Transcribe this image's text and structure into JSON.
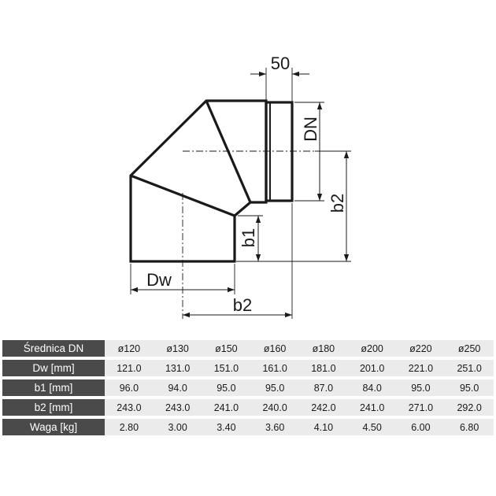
{
  "drawing": {
    "labels": {
      "socket_length": "50",
      "nominal_diameter": "DN",
      "height_b2": "b2",
      "height_b1": "b1",
      "outer_diameter": "Dw",
      "width_b2": "b2"
    },
    "line_color": "#1a1a1a"
  },
  "table": {
    "header_color": "#4a4a4a",
    "cell_color": "#ebebeb",
    "rows": [
      {
        "label": "Średnica DN",
        "values": [
          "ø120",
          "ø130",
          "ø150",
          "ø160",
          "ø180",
          "ø200",
          "ø220",
          "ø250"
        ]
      },
      {
        "label": "Dw [mm]",
        "values": [
          "121.0",
          "131.0",
          "151.0",
          "161.0",
          "181.0",
          "201.0",
          "221.0",
          "251.0"
        ]
      },
      {
        "label": "b1 [mm]",
        "values": [
          "96.0",
          "94.0",
          "95.0",
          "95.0",
          "87.0",
          "84.0",
          "95.0",
          "95.0"
        ]
      },
      {
        "label": "b2 [mm]",
        "values": [
          "243.0",
          "243.0",
          "241.0",
          "240.0",
          "242.0",
          "241.0",
          "271.0",
          "292.0"
        ]
      },
      {
        "label": "Waga [kg]",
        "values": [
          "2.80",
          "3.00",
          "3.40",
          "3.60",
          "4.10",
          "4.50",
          "6.00",
          "6.80"
        ]
      }
    ]
  }
}
